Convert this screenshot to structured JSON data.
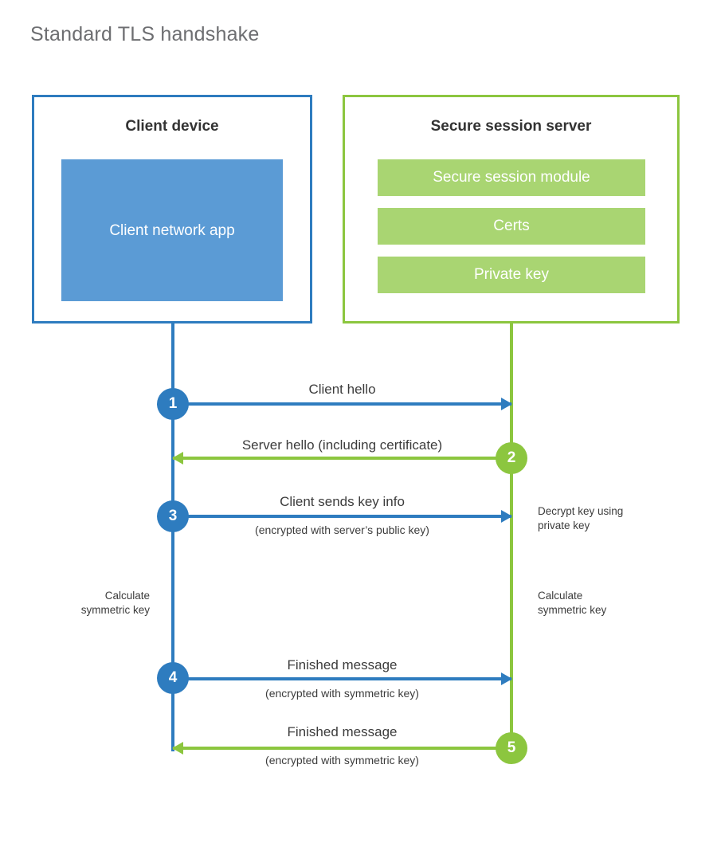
{
  "page": {
    "title": "Standard TLS handshake"
  },
  "colors": {
    "client_accent": "#2e7cbf",
    "client_fill": "#5b9bd5",
    "server_accent": "#8cc63f",
    "server_fill": "#a9d572",
    "title_text": "#6d6e71",
    "body_text": "#3c3c3c",
    "background": "#ffffff"
  },
  "client": {
    "title": "Client device",
    "app_label": "Client network app"
  },
  "server": {
    "title": "Secure session server",
    "modules": [
      {
        "label": "Secure session module"
      },
      {
        "label": "Certs"
      },
      {
        "label": "Private key"
      }
    ]
  },
  "steps": [
    {
      "number": "1",
      "label": "Client hello",
      "sublabel": "",
      "direction": "client-to-server",
      "side": "client"
    },
    {
      "number": "2",
      "label": "Server hello (including certificate)",
      "sublabel": "",
      "direction": "server-to-client",
      "side": "server"
    },
    {
      "number": "3",
      "label": "Client sends key info",
      "sublabel": "(encrypted with server’s public key)",
      "direction": "client-to-server",
      "side": "client"
    },
    {
      "number": "4",
      "label": "Finished message",
      "sublabel": "(encrypted with symmetric key)",
      "direction": "client-to-server",
      "side": "client"
    },
    {
      "number": "5",
      "label": "Finished message",
      "sublabel": "(encrypted with symmetric key)",
      "direction": "server-to-client",
      "side": "server"
    }
  ],
  "notes": {
    "decrypt_key": "Decrypt key using\nprivate key",
    "client_calculate": "Calculate\nsymmetric key",
    "server_calculate": "Calculate\nsymmetric key"
  }
}
